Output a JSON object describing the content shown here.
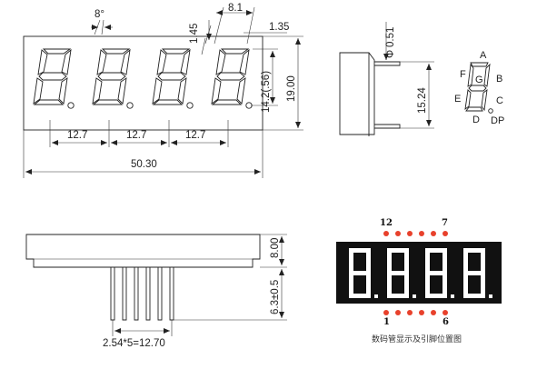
{
  "front_view": {
    "angle": "8°",
    "seg_width": "8.1",
    "seg_thickness": "1.45",
    "edge_offset": "1.35",
    "char_height": "14.2(.56)",
    "body_height": "19.00",
    "pitches": [
      "12.7",
      "12.7",
      "12.7"
    ],
    "total_width": "50.30"
  },
  "side_view": {
    "pin_diameter": "0.51",
    "pin_dia_symbol": "Φ",
    "pin_spacing": "15.24"
  },
  "segment_labels": [
    "A",
    "B",
    "C",
    "D",
    "E",
    "F",
    "G",
    "DP"
  ],
  "bottom_view": {
    "body_depth": "8.00",
    "pin_length": "6.3±0.5",
    "pin_pitch": "2.54*5=12.70"
  },
  "pin_diagram": {
    "top_left_pin": "12",
    "top_right_pin": "7",
    "bottom_left_pin": "1",
    "bottom_right_pin": "6",
    "top_pin_count": 6,
    "bottom_pin_count": 6,
    "dot_color": "#e8412c",
    "body_color": "#111111",
    "segment_color": "#ffffff",
    "caption": "数码管显示及引脚位置图"
  }
}
